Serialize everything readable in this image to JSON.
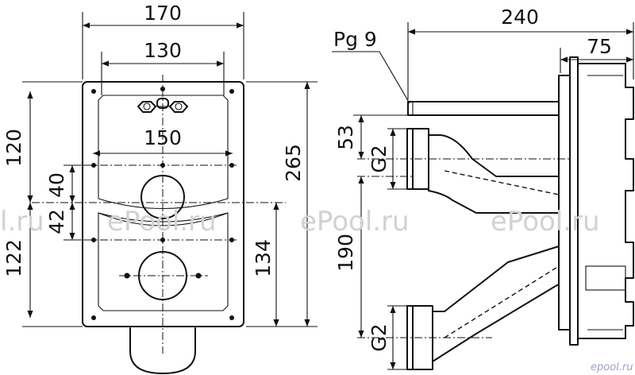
{
  "front_view": {
    "dimensions": {
      "overall_width": "170",
      "hole_spacing": "130",
      "inner_width": "150",
      "height_total": "265",
      "upper_section": "120",
      "offset_40": "40",
      "offset_42": "42",
      "lower_section": "122",
      "lower_height": "134"
    }
  },
  "side_view": {
    "dimensions": {
      "depth_total": "240",
      "flange_depth": "75",
      "upper_offset": "53",
      "vertical_spacing": "190"
    },
    "labels": {
      "cable_gland": "Pg 9",
      "thread_upper": "G2",
      "thread_lower": "G2"
    }
  },
  "watermarks": [
    "ePool.ru",
    "ePool.ru",
    "ePool.ru",
    "l.ru"
  ],
  "corner_logo": "epool.ru"
}
